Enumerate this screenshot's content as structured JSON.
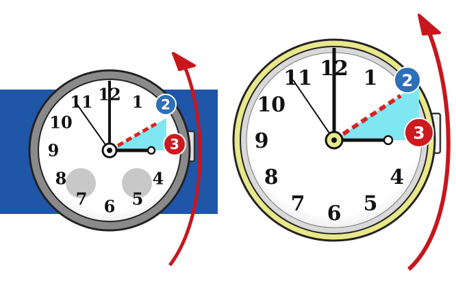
{
  "colors": {
    "strap": "#1f56a8",
    "arrow": "#c8161d",
    "sector": "#7fe6f2",
    "dashed_hand": "#d9221f",
    "badge_from": "#2f6fb8",
    "badge_to": "#cc1a1f",
    "left_bezel": "#8a8a8a",
    "right_bezel": "#e8e88a",
    "subdials": "#c8c8c8",
    "hands": "#111111"
  },
  "icons": {
    "direction": "curved-arrow-clockwise",
    "watch": "analog-wristwatch",
    "clock": "analog-clock"
  },
  "left_watch": {
    "numerals": [
      "12",
      "1",
      "2",
      "3",
      "4",
      "5",
      "6",
      "7",
      "8",
      "9",
      "10",
      "11"
    ],
    "badge_from": "2",
    "badge_to": "3",
    "time_before": "02:00",
    "time_after": "03:00"
  },
  "right_clock": {
    "numerals": [
      "12",
      "1",
      "2",
      "3",
      "4",
      "5",
      "6",
      "7",
      "8",
      "9",
      "10",
      "11"
    ],
    "badge_from": "2",
    "badge_to": "3",
    "time_before": "02:00",
    "time_after": "03:00"
  }
}
